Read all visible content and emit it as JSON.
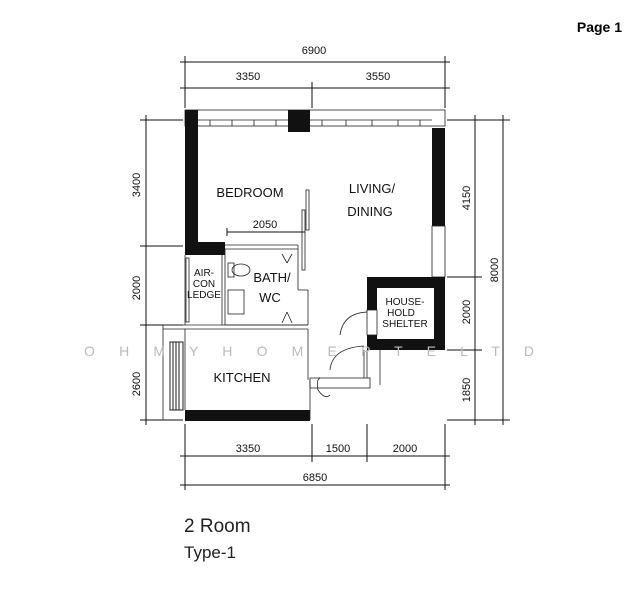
{
  "page_label": "Page 1",
  "plan": {
    "dimensions": {
      "top_total": "6900",
      "top_left": "3350",
      "top_right": "3550",
      "left_1": "3400",
      "left_2": "2000",
      "left_3": "2600",
      "right_1": "4150",
      "right_2": "2000",
      "right_3": "1850",
      "right_total": "8000",
      "bottom_1": "3350",
      "bottom_2": "1500",
      "bottom_3": "2000",
      "bottom_total": "6850",
      "bedroom_inner": "2050"
    },
    "rooms": {
      "bedroom": "BEDROOM",
      "living_1": "LIVING/",
      "living_2": "DINING",
      "bath_1": "BATH/",
      "bath_2": "WC",
      "aircon_1": "AIR-",
      "aircon_2": "CON",
      "aircon_3": "LEDGE",
      "shelter_1": "HOUSE-",
      "shelter_2": "HOLD",
      "shelter_3": "SHELTER",
      "kitchen": "KITCHEN"
    },
    "watermark": "O H M Y H O M E   P T E   L T D"
  },
  "title": {
    "unit_type": "2 Room",
    "variant": "Type-1"
  }
}
